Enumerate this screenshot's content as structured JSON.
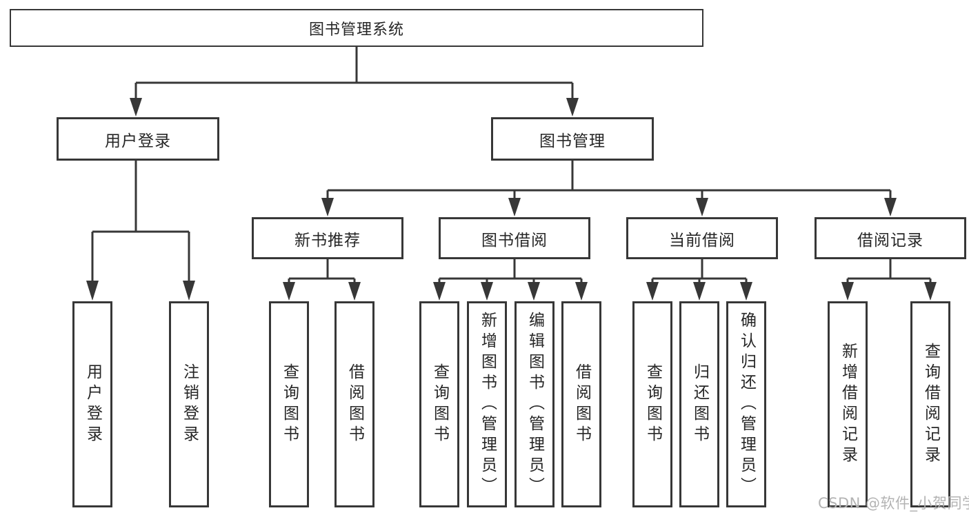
{
  "tree": {
    "root": {
      "label": "图书管理系统"
    },
    "branches": [
      {
        "label": "用户登录",
        "children": [
          {
            "label": "用户登录"
          },
          {
            "label": "注销登录"
          }
        ]
      },
      {
        "label": "图书管理",
        "children": [
          {
            "label": "新书推荐",
            "children": [
              {
                "label": "查询图书"
              },
              {
                "label": "借阅图书"
              }
            ]
          },
          {
            "label": "图书借阅",
            "children": [
              {
                "label": "查询图书"
              },
              {
                "label": "新增图书（管理员）"
              },
              {
                "label": "编辑图书（管理员）"
              },
              {
                "label": "借阅图书"
              }
            ]
          },
          {
            "label": "当前借阅",
            "children": [
              {
                "label": "查询图书"
              },
              {
                "label": "归还图书"
              },
              {
                "label": "确认归还（管理员）"
              }
            ]
          },
          {
            "label": "借阅记录",
            "children": [
              {
                "label": "新增借阅记录"
              },
              {
                "label": "查询借阅记录"
              }
            ]
          }
        ]
      }
    ]
  },
  "watermark": "CSDN @软件_小贺同学",
  "colors": {
    "line": "#373737",
    "text": "#262626",
    "watermark": "#b3b3b3",
    "background": "#ffffff"
  }
}
